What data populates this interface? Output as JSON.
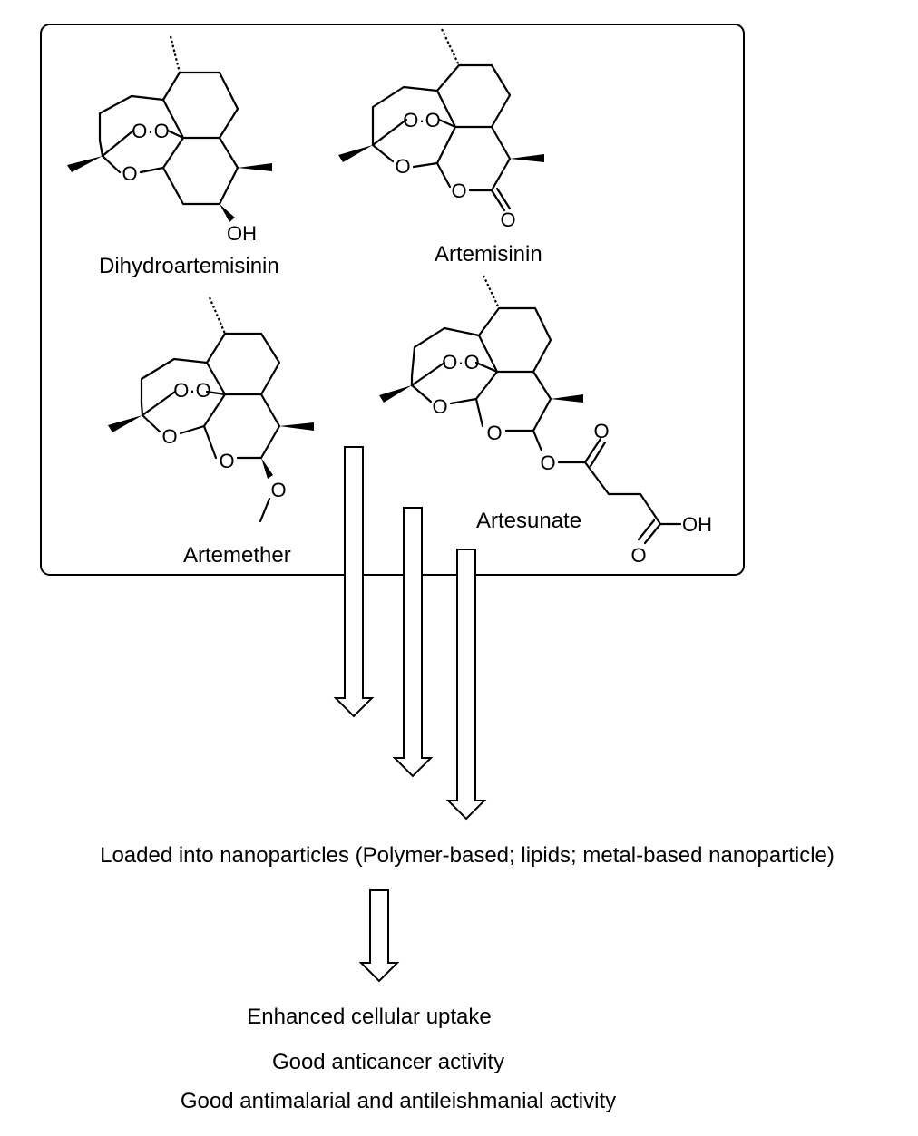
{
  "compounds": {
    "dihydroartemisinin": "Dihydroartemisinin",
    "artemisinin": "Artemisinin",
    "artemether": "Artemether",
    "artesunate": "Artesunate"
  },
  "atoms": {
    "o": "O",
    "oh": "OH",
    "peroxide": "O·O"
  },
  "steps": {
    "loaded": "Loaded into nanoparticles (Polymer-based; lipids; metal-based nanoparticle)"
  },
  "outcomes": [
    "Enhanced cellular uptake",
    "Good anticancer activity",
    "Good antimalarial and antileishmanial activity"
  ]
}
